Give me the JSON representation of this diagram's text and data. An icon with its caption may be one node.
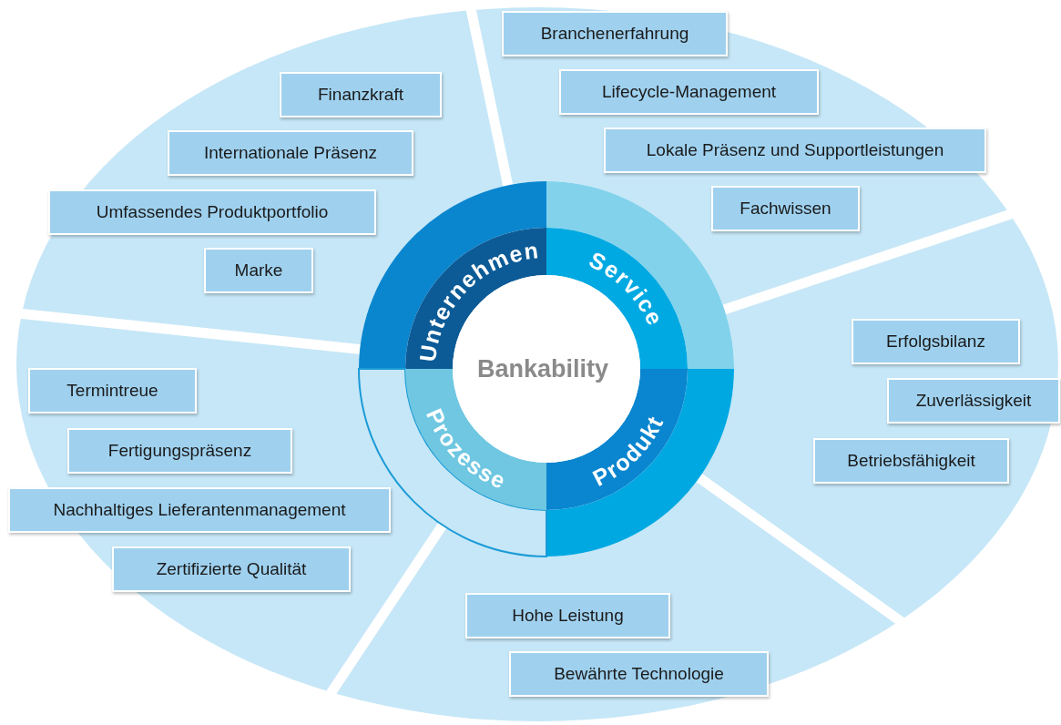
{
  "diagram": {
    "nodes": [
      {
        "text": [
          "Bankability"
        ]
      },
      {
        "text": [
          "Unternehmen"
        ]
      },
      {
        "text": [
          "Service"
        ]
      },
      {
        "text": [
          "Produkt"
        ]
      },
      {
        "text": [
          "Prozesse"
        ]
      },
      {
        "text": [
          "Branchenerfahrung"
        ]
      },
      {
        "text": [
          "Finanzkraft"
        ]
      },
      {
        "text": [
          "Lifecycle-Management"
        ]
      },
      {
        "text": [
          "Internationale Präsenz"
        ]
      },
      {
        "text": [
          "Lokale Präsenz und Supportleistungen"
        ]
      },
      {
        "text": [
          "Umfassendes Produktportfolio"
        ]
      },
      {
        "text": [
          "Fachwissen"
        ]
      },
      {
        "text": [
          "Marke"
        ]
      },
      {
        "text": [
          "Erfolgsbilanz"
        ]
      },
      {
        "text": [
          "Termintreue"
        ]
      },
      {
        "text": [
          "Zuverlässigkeit"
        ]
      },
      {
        "text": [
          "Fertigungspräsenz"
        ]
      },
      {
        "text": [
          "Betriebsfähigkeit"
        ]
      },
      {
        "text": [
          "Nachhaltiges Lieferantenmanagement"
        ]
      },
      {
        "text": [
          "Zertifizierte Qualität"
        ]
      },
      {
        "text": [
          "Hohe Leistung"
        ]
      },
      {
        "text": [
          "Bewährte Technologie"
        ]
      }
    ]
  }
}
